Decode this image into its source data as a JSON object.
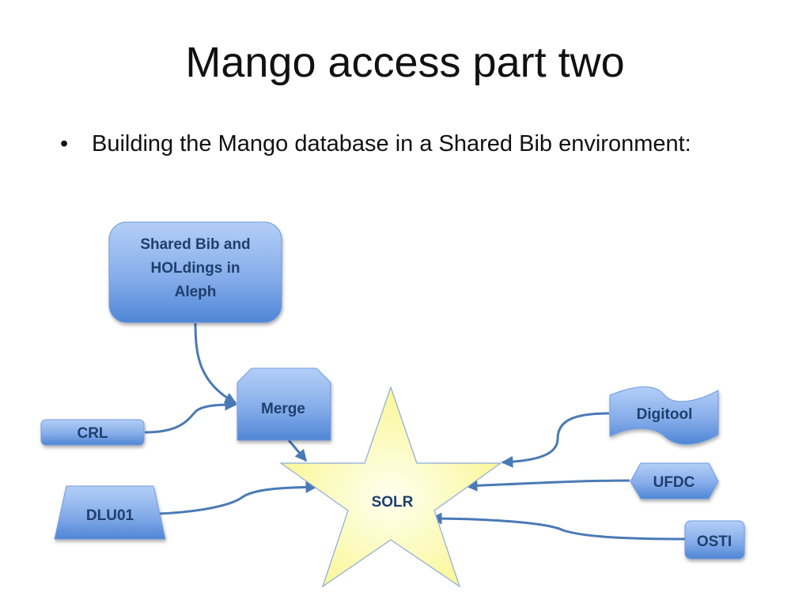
{
  "slide": {
    "title": "Mango access part two",
    "bullet_marker": "•",
    "bullet_text": "Building the Mango database in a Shared Bib environment:"
  },
  "diagram": {
    "nodes": {
      "aleph": {
        "lines": [
          "Shared Bib and",
          "HOLdings in",
          "Aleph"
        ]
      },
      "merge": {
        "label": "Merge"
      },
      "crl": {
        "label": "CRL"
      },
      "dlu01": {
        "label": "DLU01"
      },
      "solr": {
        "label": "SOLR"
      },
      "digitool": {
        "label": "Digitool"
      },
      "ufdc": {
        "label": "UFDC"
      },
      "osti": {
        "label": "OSTI"
      }
    },
    "edges": [
      {
        "from": "aleph",
        "to": "merge"
      },
      {
        "from": "crl",
        "to": "merge"
      },
      {
        "from": "merge",
        "to": "solr"
      },
      {
        "from": "dlu01",
        "to": "solr"
      },
      {
        "from": "digitool",
        "to": "solr"
      },
      {
        "from": "ufdc",
        "to": "solr"
      },
      {
        "from": "osti",
        "to": "solr"
      }
    ],
    "colors": {
      "node_fill_top": "#a9c8f5",
      "node_fill_bottom": "#4f86d6",
      "node_text": "#1f3f6e",
      "connector": "#4a7ab5",
      "star_fill": "#fbfa9c",
      "star_stroke": "#8eaad8"
    }
  }
}
